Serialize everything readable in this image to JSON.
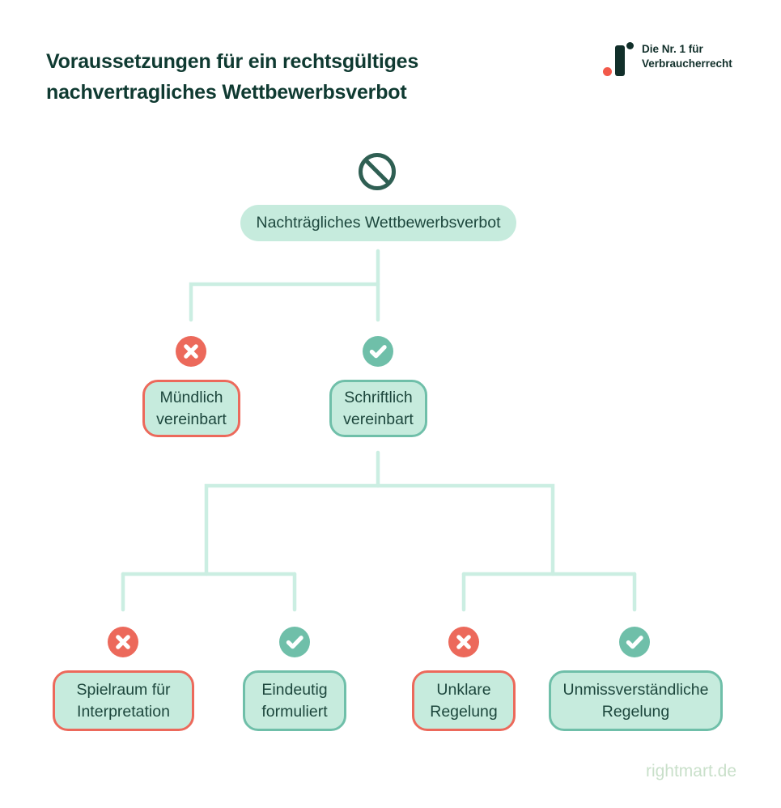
{
  "header": {
    "title": "Voraussetzungen für ein rechtsgültiges\nnachvertragliches Wettbewerbsverbot"
  },
  "logo": {
    "icon": "rightmart-logo-icon",
    "tagline": "Die Nr. 1 für\nVerbraucherrecht"
  },
  "diagram": {
    "root": {
      "icon": "prohibition-icon",
      "label": "Nachträgliches Wettbewerbsverbot"
    },
    "nodes": [
      {
        "id": "muendlich",
        "label": "Mündlich\nvereinbart",
        "status": "negative",
        "icon": "cross-icon"
      },
      {
        "id": "schriftlich",
        "label": "Schriftlich\nvereinbart",
        "status": "positive",
        "icon": "check-icon"
      },
      {
        "id": "spielraum",
        "label": "Spielraum für\nInterpretation",
        "status": "negative",
        "icon": "cross-icon"
      },
      {
        "id": "eindeutig",
        "label": "Eindeutig\nformuliert",
        "status": "positive",
        "icon": "check-icon"
      },
      {
        "id": "unklare",
        "label": "Unklare\nRegelung",
        "status": "negative",
        "icon": "cross-icon"
      },
      {
        "id": "unmissverstaendliche",
        "label": "Unmissverständliche\nRegelung",
        "status": "positive",
        "icon": "check-icon"
      }
    ]
  },
  "footer": {
    "website": "rightmart.de"
  },
  "colors": {
    "dark_teal": "#0f3a31",
    "text_teal": "#1d473d",
    "mint_fill": "#c6ebdd",
    "line_mint": "#cbeee2",
    "accent_teal": "#6fbfa9",
    "accent_red": "#ec695b",
    "logo_red": "#f2594a",
    "logo_dark": "#112f2a",
    "footer_green": "#c9e0ca"
  }
}
